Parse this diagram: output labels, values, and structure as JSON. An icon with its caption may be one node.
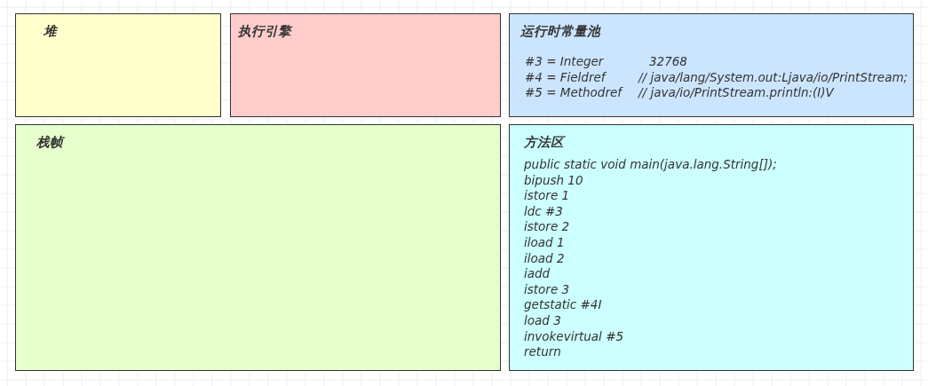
{
  "diagram": {
    "nodes": [
      {
        "text": [
          "堆"
        ]
      },
      {
        "text": [
          "执行引擎"
        ]
      },
      {
        "text": [
          "运行时常量池",
          "#3 = Integer",
          "32768",
          "#4 = Fieldref",
          "// java/lang/System.out:Ljava/io/PrintStream;",
          "#5 = Methodref",
          "// java/io/PrintStream.println:(I)V"
        ]
      },
      {
        "text": [
          "栈帧"
        ]
      },
      {
        "text": [
          "方法区",
          "public static void main(java.lang.String[]);",
          "bipush 10",
          "istore 1",
          "ldc #3",
          "istore 2",
          "iload 1",
          "iload 2",
          "iadd",
          "istore 3",
          "getstatic #4I",
          "load 3",
          "invokevirtual #5",
          "return"
        ]
      }
    ]
  }
}
